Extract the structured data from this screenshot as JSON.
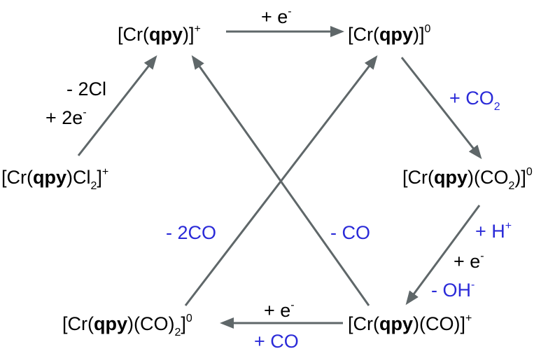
{
  "colors": {
    "arrow": "#5f6769",
    "black_text": "#000000",
    "blue_text": "#2a2ad8"
  },
  "species": {
    "cr_qpy_plus": {
      "pre": "[Cr(",
      "bold": "qpy",
      "mid": ")]",
      "sup": "+"
    },
    "cr_qpy_zero": {
      "pre": "[Cr(",
      "bold": "qpy",
      "mid": ")]",
      "sup": "0"
    },
    "cr_qpy_cl2_plus": {
      "pre": "[Cr(",
      "bold": "qpy",
      "mid": ")Cl",
      "sub": "2",
      "post": "]",
      "sup": "+"
    },
    "cr_qpy_co2_zero": {
      "pre": "[Cr(",
      "bold": "qpy",
      "mid": ")(CO",
      "sub": "2",
      "post": ")]",
      "sup": "0"
    },
    "cr_qpy_co_plus": {
      "pre": "[Cr(",
      "bold": "qpy",
      "mid": ")(CO)]",
      "sup": "+"
    },
    "cr_qpy_co_2_zero": {
      "pre": "[Cr(",
      "bold": "qpy",
      "mid": ")(CO)",
      "sub": "2",
      "post": "]",
      "sup": "0"
    }
  },
  "labels": {
    "top_plus_e": {
      "main": "+ e",
      "sup": "-"
    },
    "minus_2cl": {
      "main": "- 2Cl"
    },
    "plus_2e": {
      "main": "+ 2e",
      "sup": "-"
    },
    "plus_co2": {
      "main": "+ CO",
      "sub": "2"
    },
    "plus_h": {
      "main": "+ H",
      "sup": "+"
    },
    "right_plus_e": {
      "main": "+ e",
      "sup": "-"
    },
    "minus_oh": {
      "main": "- OH",
      "sup": "-"
    },
    "minus_2co": {
      "main": "- 2CO"
    },
    "minus_co": {
      "main": "- CO"
    },
    "bottom_plus_e": {
      "main": "+ e",
      "sup": "-"
    },
    "bottom_plus_co": {
      "main": "+ CO"
    }
  }
}
